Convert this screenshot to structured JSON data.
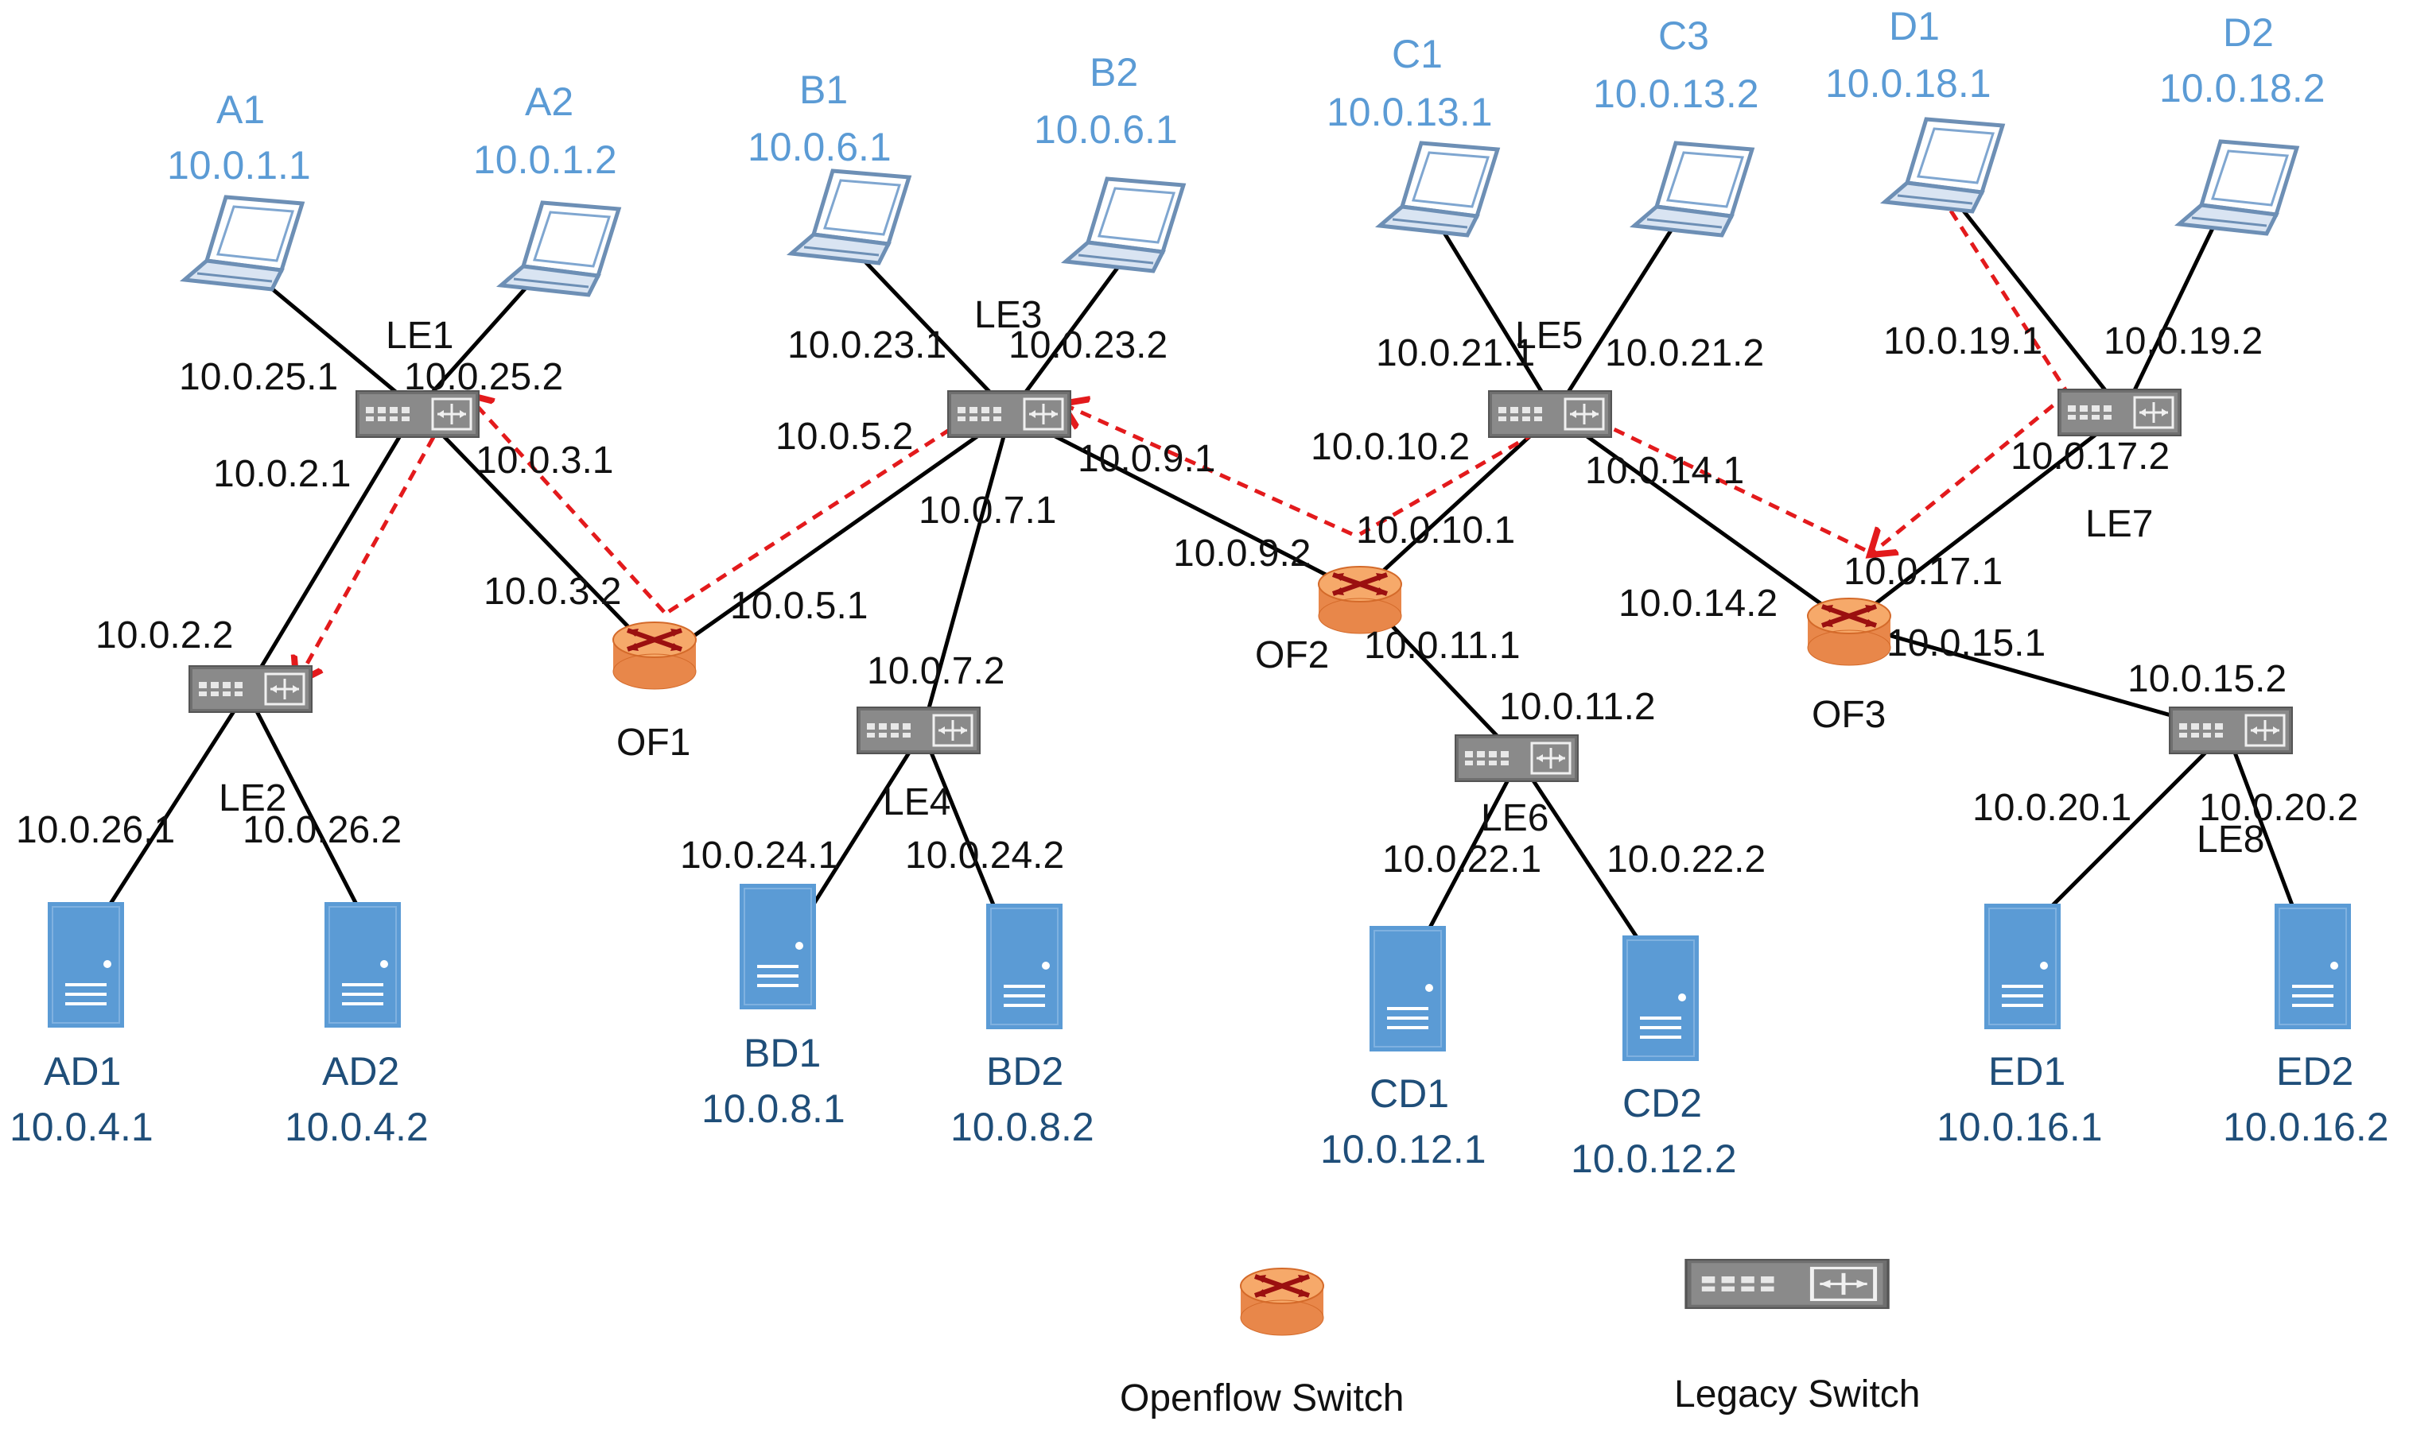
{
  "hosts": [
    {
      "name": "A1",
      "ip": "10.0.1.1"
    },
    {
      "name": "A2",
      "ip": "10.0.1.2"
    },
    {
      "name": "B1",
      "ip": "10.0.6.1"
    },
    {
      "name": "B2",
      "ip": "10.0.6.1"
    },
    {
      "name": "C1",
      "ip": "10.0.13.1"
    },
    {
      "name": "C3",
      "ip": "10.0.13.2"
    },
    {
      "name": "D1",
      "ip": "10.0.18.1"
    },
    {
      "name": "D2",
      "ip": "10.0.18.2"
    }
  ],
  "servers": [
    {
      "name": "AD1",
      "ip": "10.0.4.1"
    },
    {
      "name": "AD2",
      "ip": "10.0.4.2"
    },
    {
      "name": "BD1",
      "ip": "10.0.8.1"
    },
    {
      "name": "BD2",
      "ip": "10.0.8.2"
    },
    {
      "name": "CD1",
      "ip": "10.0.12.1"
    },
    {
      "name": "CD2",
      "ip": "10.0.12.2"
    },
    {
      "name": "ED1",
      "ip": "10.0.16.1"
    },
    {
      "name": "ED2",
      "ip": "10.0.16.2"
    }
  ],
  "legacy_switches": [
    "LE1",
    "LE2",
    "LE3",
    "LE4",
    "LE5",
    "LE6",
    "LE7",
    "LE8"
  ],
  "openflow_switches": [
    "OF1",
    "OF2",
    "OF3"
  ],
  "interface_ips": [
    "10.0.25.1",
    "10.0.25.2",
    "10.0.2.1",
    "10.0.3.1",
    "10.0.3.2",
    "10.0.2.2",
    "10.0.26.1",
    "10.0.26.2",
    "10.0.5.1",
    "10.0.23.1",
    "10.0.23.2",
    "10.0.5.2",
    "10.0.9.1",
    "10.0.7.1",
    "10.0.7.2",
    "10.0.24.1",
    "10.0.24.2",
    "10.0.9.2",
    "10.0.21.1",
    "10.0.21.2",
    "10.0.10.2",
    "10.0.10.1",
    "10.0.14.1",
    "10.0.11.1",
    "10.0.11.2",
    "10.0.22.1",
    "10.0.22.2",
    "10.0.19.1",
    "10.0.19.2",
    "10.0.17.2",
    "10.0.14.2",
    "10.0.17.1",
    "10.0.15.1",
    "10.0.15.2",
    "10.0.20.1",
    "10.0.20.2"
  ],
  "legend": {
    "openflow_label": "Openflow Switch",
    "legacy_label": "Legacy Switch"
  },
  "colors": {
    "host_label": "#5b9bd5",
    "server_label": "#1f4e79",
    "server_fill": "#5b9bd5",
    "openflow_fill": "#f4a460",
    "flow_arrow": "#e31a1c",
    "switch_fill": "#7f7f7f"
  },
  "icons": {
    "host": "laptop-icon",
    "server": "server-icon",
    "openflow": "router-icon",
    "legacy": "switch-icon"
  }
}
